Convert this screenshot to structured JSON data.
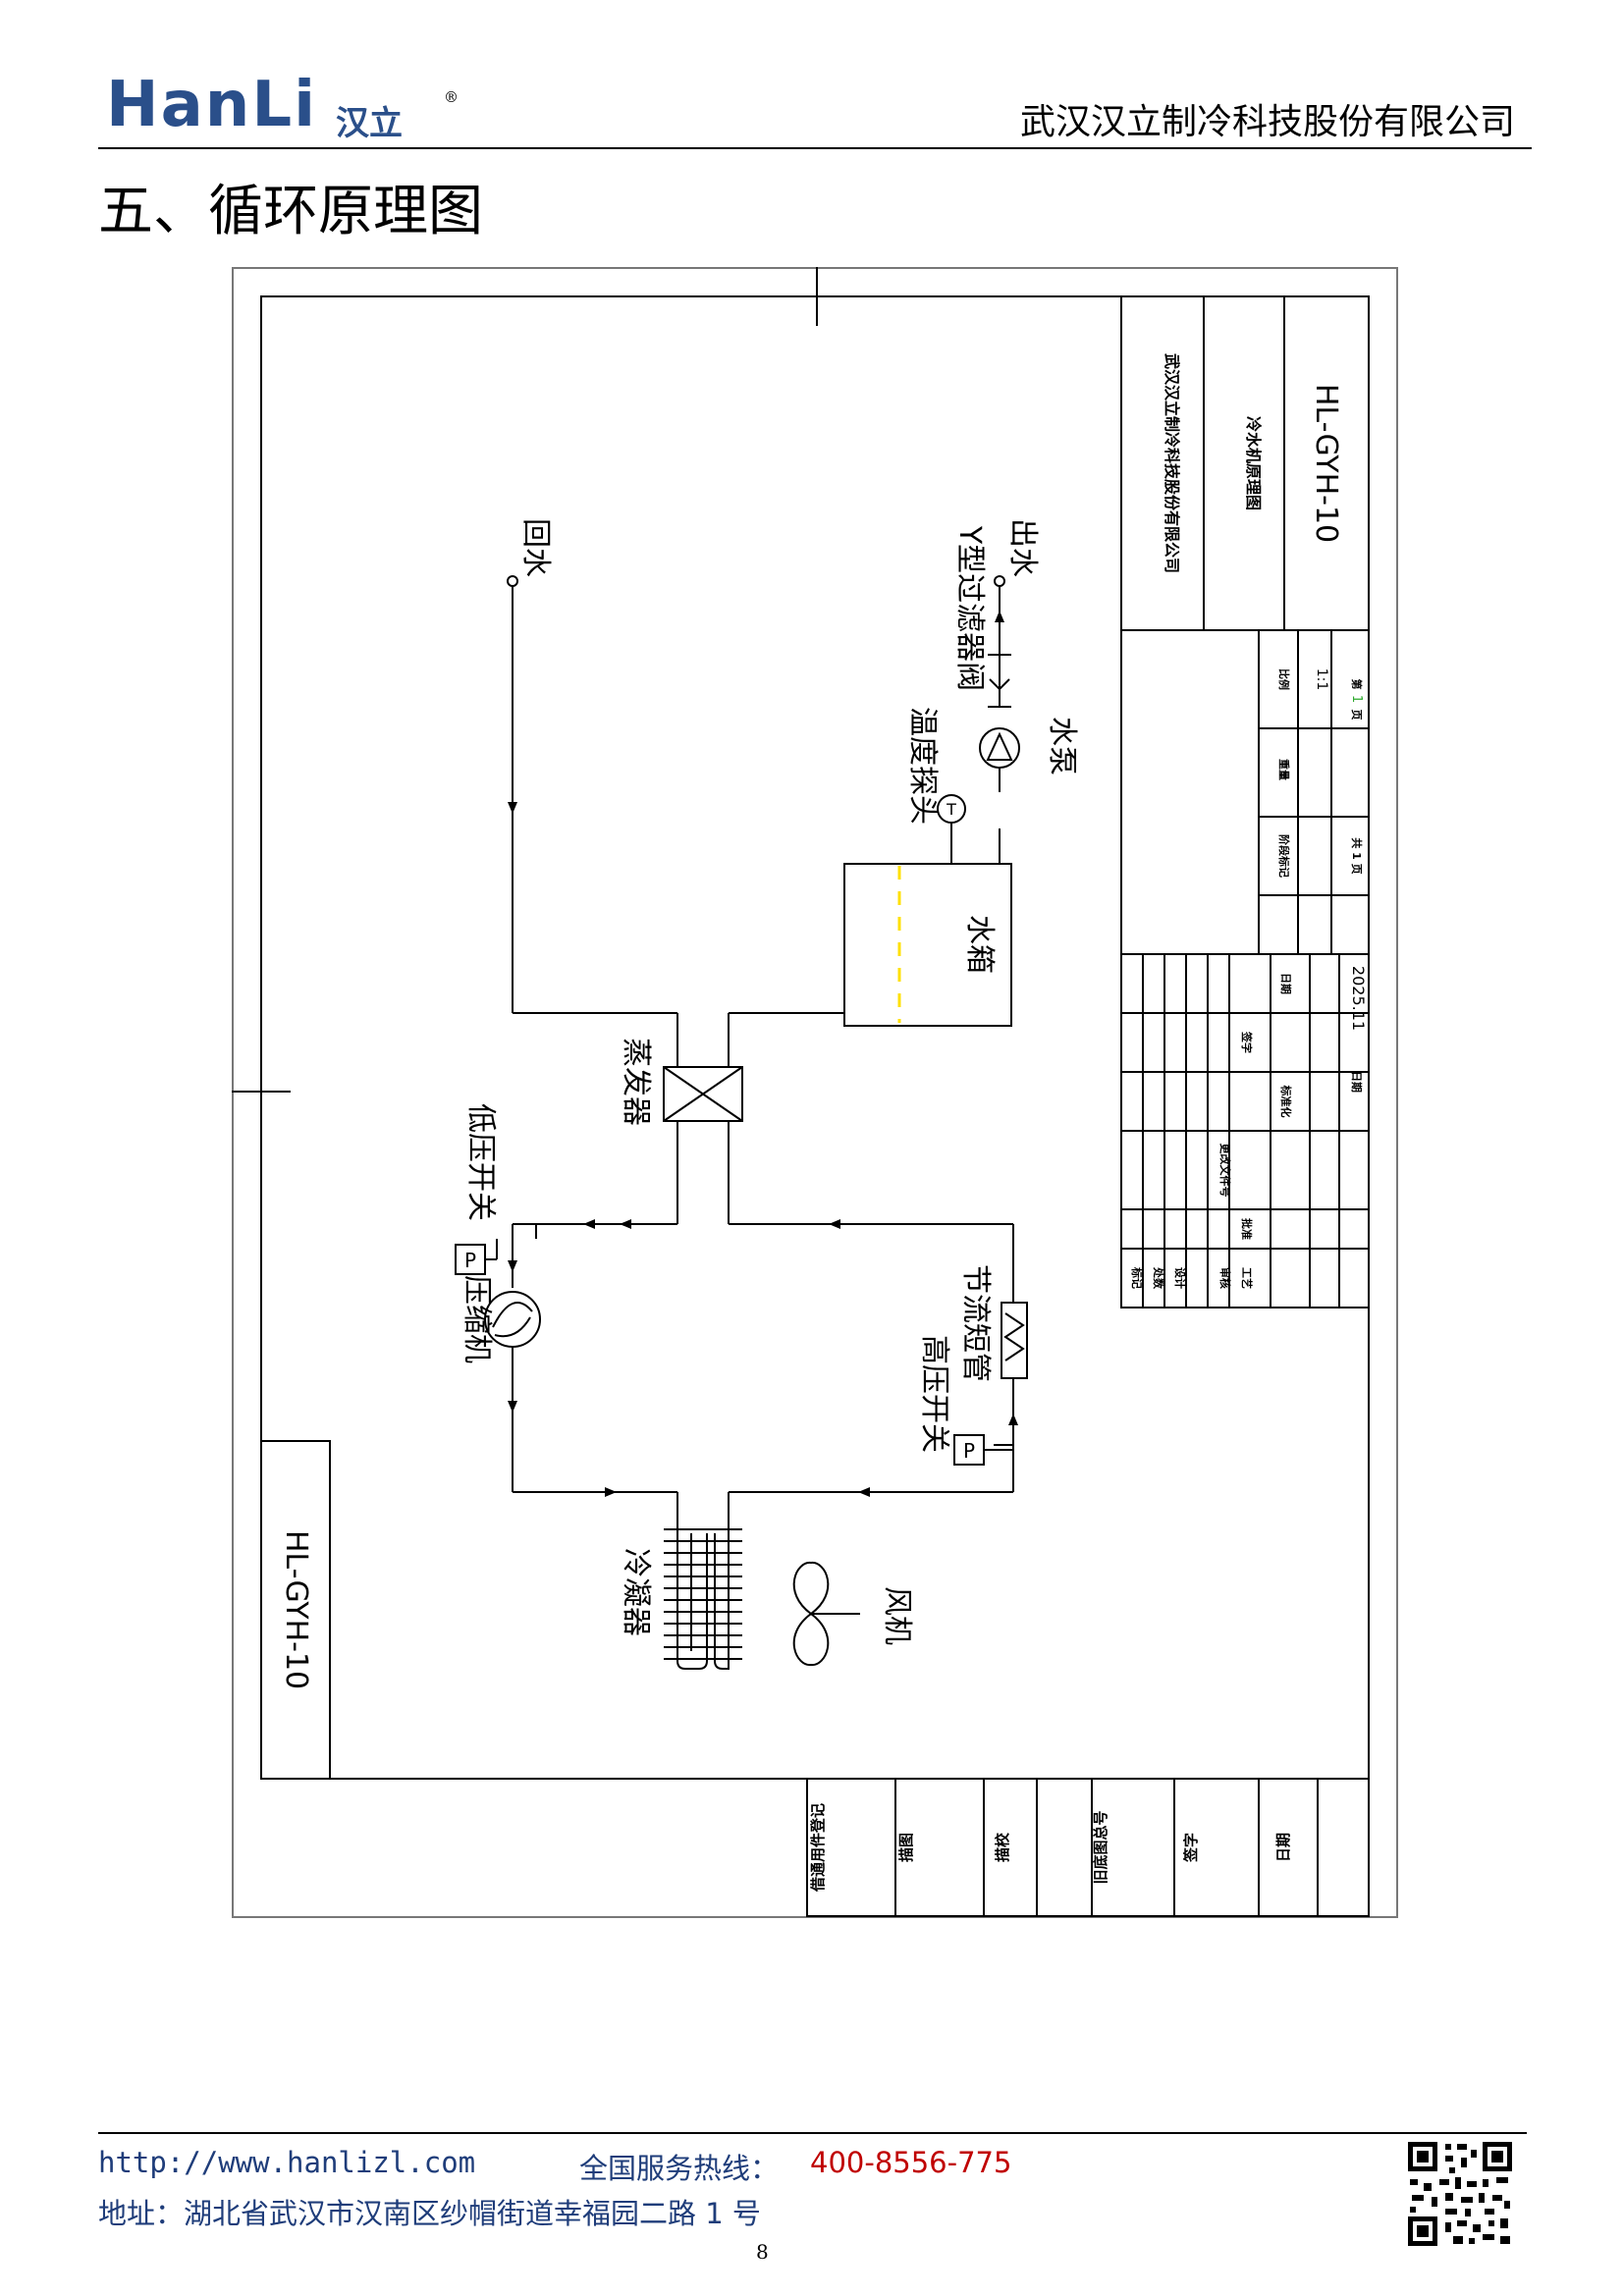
{
  "header": {
    "logo_text": "HanLi",
    "logo_cn": "汉立",
    "logo_reg": "®",
    "company": "武汉汉立制冷科技股份有限公司"
  },
  "section_title": "五、循环原理图",
  "diagram": {
    "labels": {
      "return_water": "回水",
      "outlet_water": "出水",
      "y_filter": "Y型过滤器阀",
      "water_pump": "水泵",
      "temp_probe": "温度探头",
      "water_tank": "水箱",
      "evaporator": "蒸发器",
      "low_pressure_switch": "低压开关",
      "compressor": "压缩机",
      "high_pressure_switch": "高压开关",
      "throttle_tube": "节流短管",
      "condenser": "冷凝器",
      "fan": "风机",
      "p_symbol": "P",
      "t_symbol": "T"
    },
    "side_code": "HL-GYH-10",
    "title_block": {
      "company": "武汉汉立制冷科技股份有限公司",
      "drawing_name": "冷水机原理图",
      "code": "HL-GYH-10",
      "scale_label": "比例",
      "scale_value": "1:1",
      "weight_label": "重量",
      "stage_mark_label": "阶段标记",
      "total_pages": "共 1 页",
      "page_label": "第",
      "page_num": "1",
      "page_unit": "页",
      "date_value": "2025.11",
      "date_label": "日期",
      "sign_label": "签字",
      "std_label": "标准化",
      "doc_no_label": "更改文件号",
      "approve_label": "批准",
      "mark_label": "标记",
      "count_label": "处数",
      "design_label": "设计",
      "check_label": "审核",
      "process_label": "工艺"
    },
    "bottom_block": {
      "c1": "借通用件登记",
      "c2": "描图",
      "c3": "描校",
      "c4": "旧底图总号",
      "c5": "签字",
      "c6": "日期"
    },
    "accent_color": "#ffe000"
  },
  "footer": {
    "url": "http://www.hanlizl.com",
    "hotline_label": "全国服务热线：",
    "hotline": "400-8556-775",
    "address": "地址：湖北省武汉市汉南区纱帽街道幸福园二路 1 号",
    "page": "8"
  }
}
